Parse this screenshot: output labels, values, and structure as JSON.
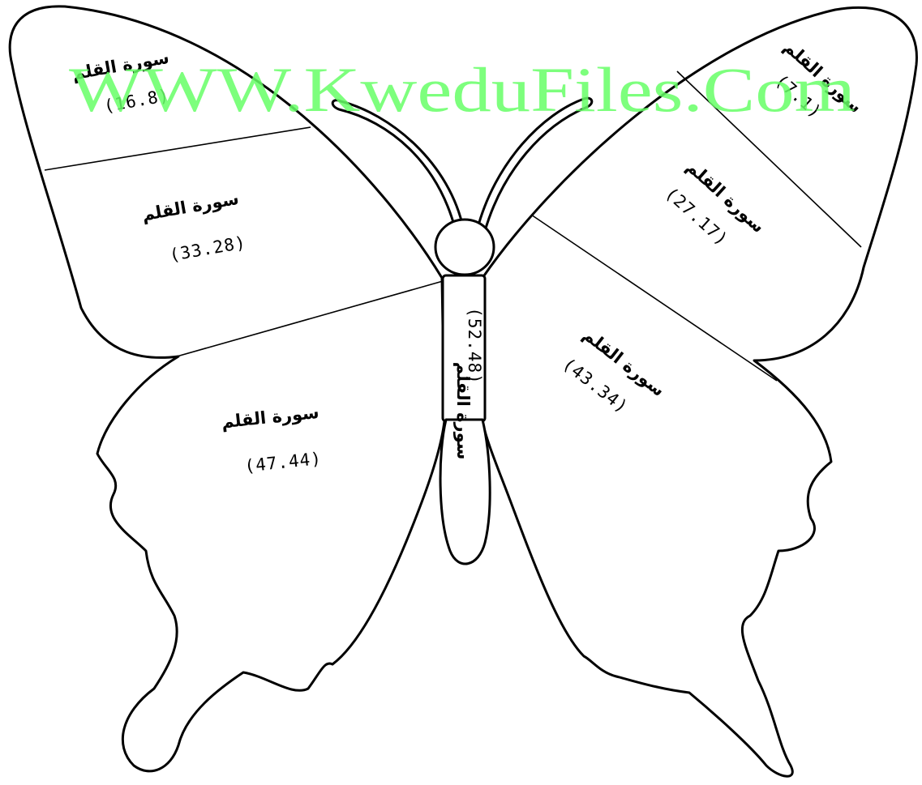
{
  "worksheet": {
    "label_text": "سورة القلم",
    "regions": [
      {
        "id": "left-upper-forewing",
        "label": "سورة القلم",
        "value": "(16.8)"
      },
      {
        "id": "left-middle-forewing",
        "label": "سورة القلم",
        "value": "(33.28)"
      },
      {
        "id": "left-hindwing",
        "label": "سورة القلم",
        "value": "(47.44)"
      },
      {
        "id": "body",
        "label": "سورة القلم",
        "value": "(52.48)"
      },
      {
        "id": "right-upper-forewing",
        "label": "سورة القلم",
        "value": "(7.1)"
      },
      {
        "id": "right-middle-forewing",
        "label": "سورة القلم",
        "value": "(27.17)"
      },
      {
        "id": "right-hindwing",
        "label": "سورة القلم",
        "value": "(43.34)"
      }
    ]
  },
  "watermark": {
    "text": "WWW.KweduFiles.Com",
    "color": "#66ff66"
  },
  "colors": {
    "outline": "#000000",
    "background": "#ffffff"
  }
}
